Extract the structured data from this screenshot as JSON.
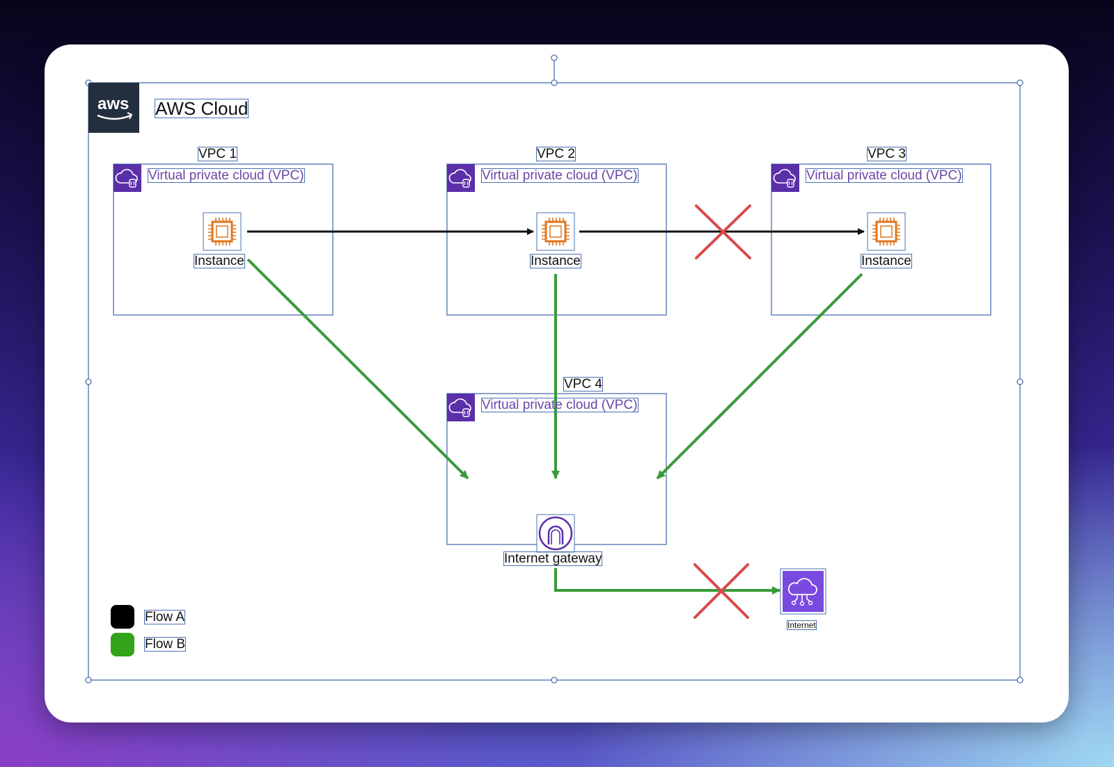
{
  "aws": {
    "logo_text": "aws",
    "title": "AWS Cloud"
  },
  "vpcs": [
    {
      "name": "VPC 1",
      "tag": "Virtual private cloud (VPC)",
      "instance": "Instance"
    },
    {
      "name": "VPC 2",
      "tag": "Virtual private cloud (VPC)",
      "instance": "Instance"
    },
    {
      "name": "VPC 3",
      "tag": "Virtual private cloud (VPC)",
      "instance": "Instance"
    },
    {
      "name": "VPC 4",
      "tag": "Virtual private cloud (VPC)"
    }
  ],
  "gateway": {
    "label": "Internet gateway"
  },
  "internet": {
    "label": "Internet"
  },
  "legend": [
    {
      "label": "Flow A",
      "color": "#000000"
    },
    {
      "label": "Flow B",
      "color": "#33a31a"
    }
  ],
  "colors": {
    "flow_a": "#111111",
    "flow_b": "#3a9a3a",
    "blocked": "#d94a4a",
    "vpc_border": "#4a6fb0",
    "vpc_icon_bg": "#5a2fa8",
    "instance_icon": "#e0761c"
  }
}
